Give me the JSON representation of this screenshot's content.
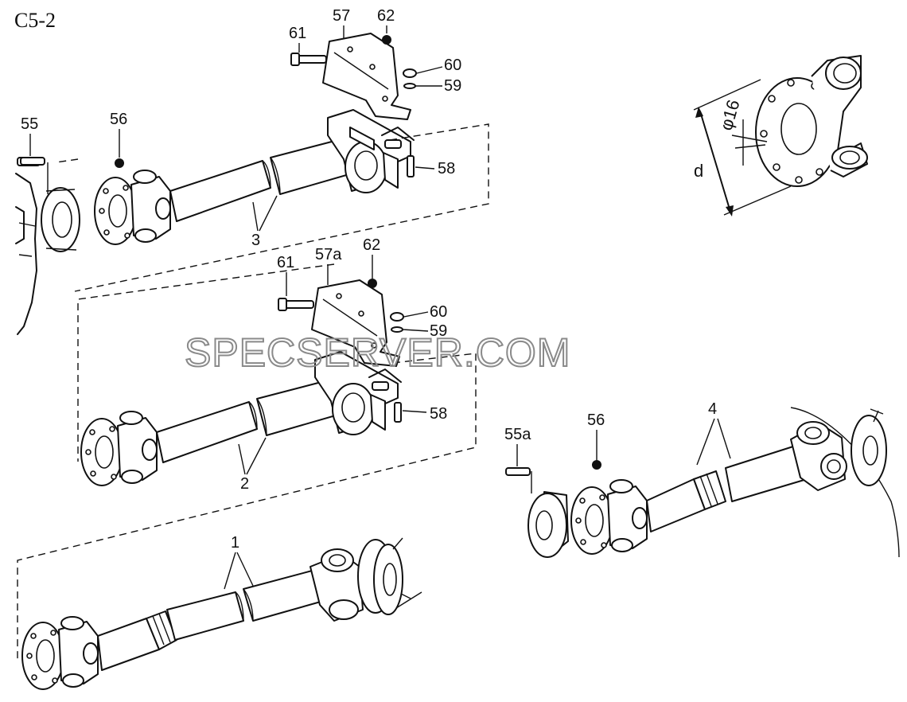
{
  "sheet_id": "C5-2",
  "watermark": "SPECSERVER.COM",
  "dimension_labels": {
    "diameter": "d",
    "bolt_hole": "φ16"
  },
  "callouts": {
    "top_61": "61",
    "top_57": "57",
    "top_62": "62",
    "top_60": "60",
    "top_59": "59",
    "top_58": "58",
    "top_55": "55",
    "top_56": "56",
    "top_3": "3",
    "mid_61": "61",
    "mid_57a": "57a",
    "mid_62": "62",
    "mid_60": "60",
    "mid_59": "59",
    "mid_58": "58",
    "mid_2": "2",
    "bottom_1": "1",
    "right_55a": "55a",
    "right_56": "56",
    "right_4": "4"
  }
}
